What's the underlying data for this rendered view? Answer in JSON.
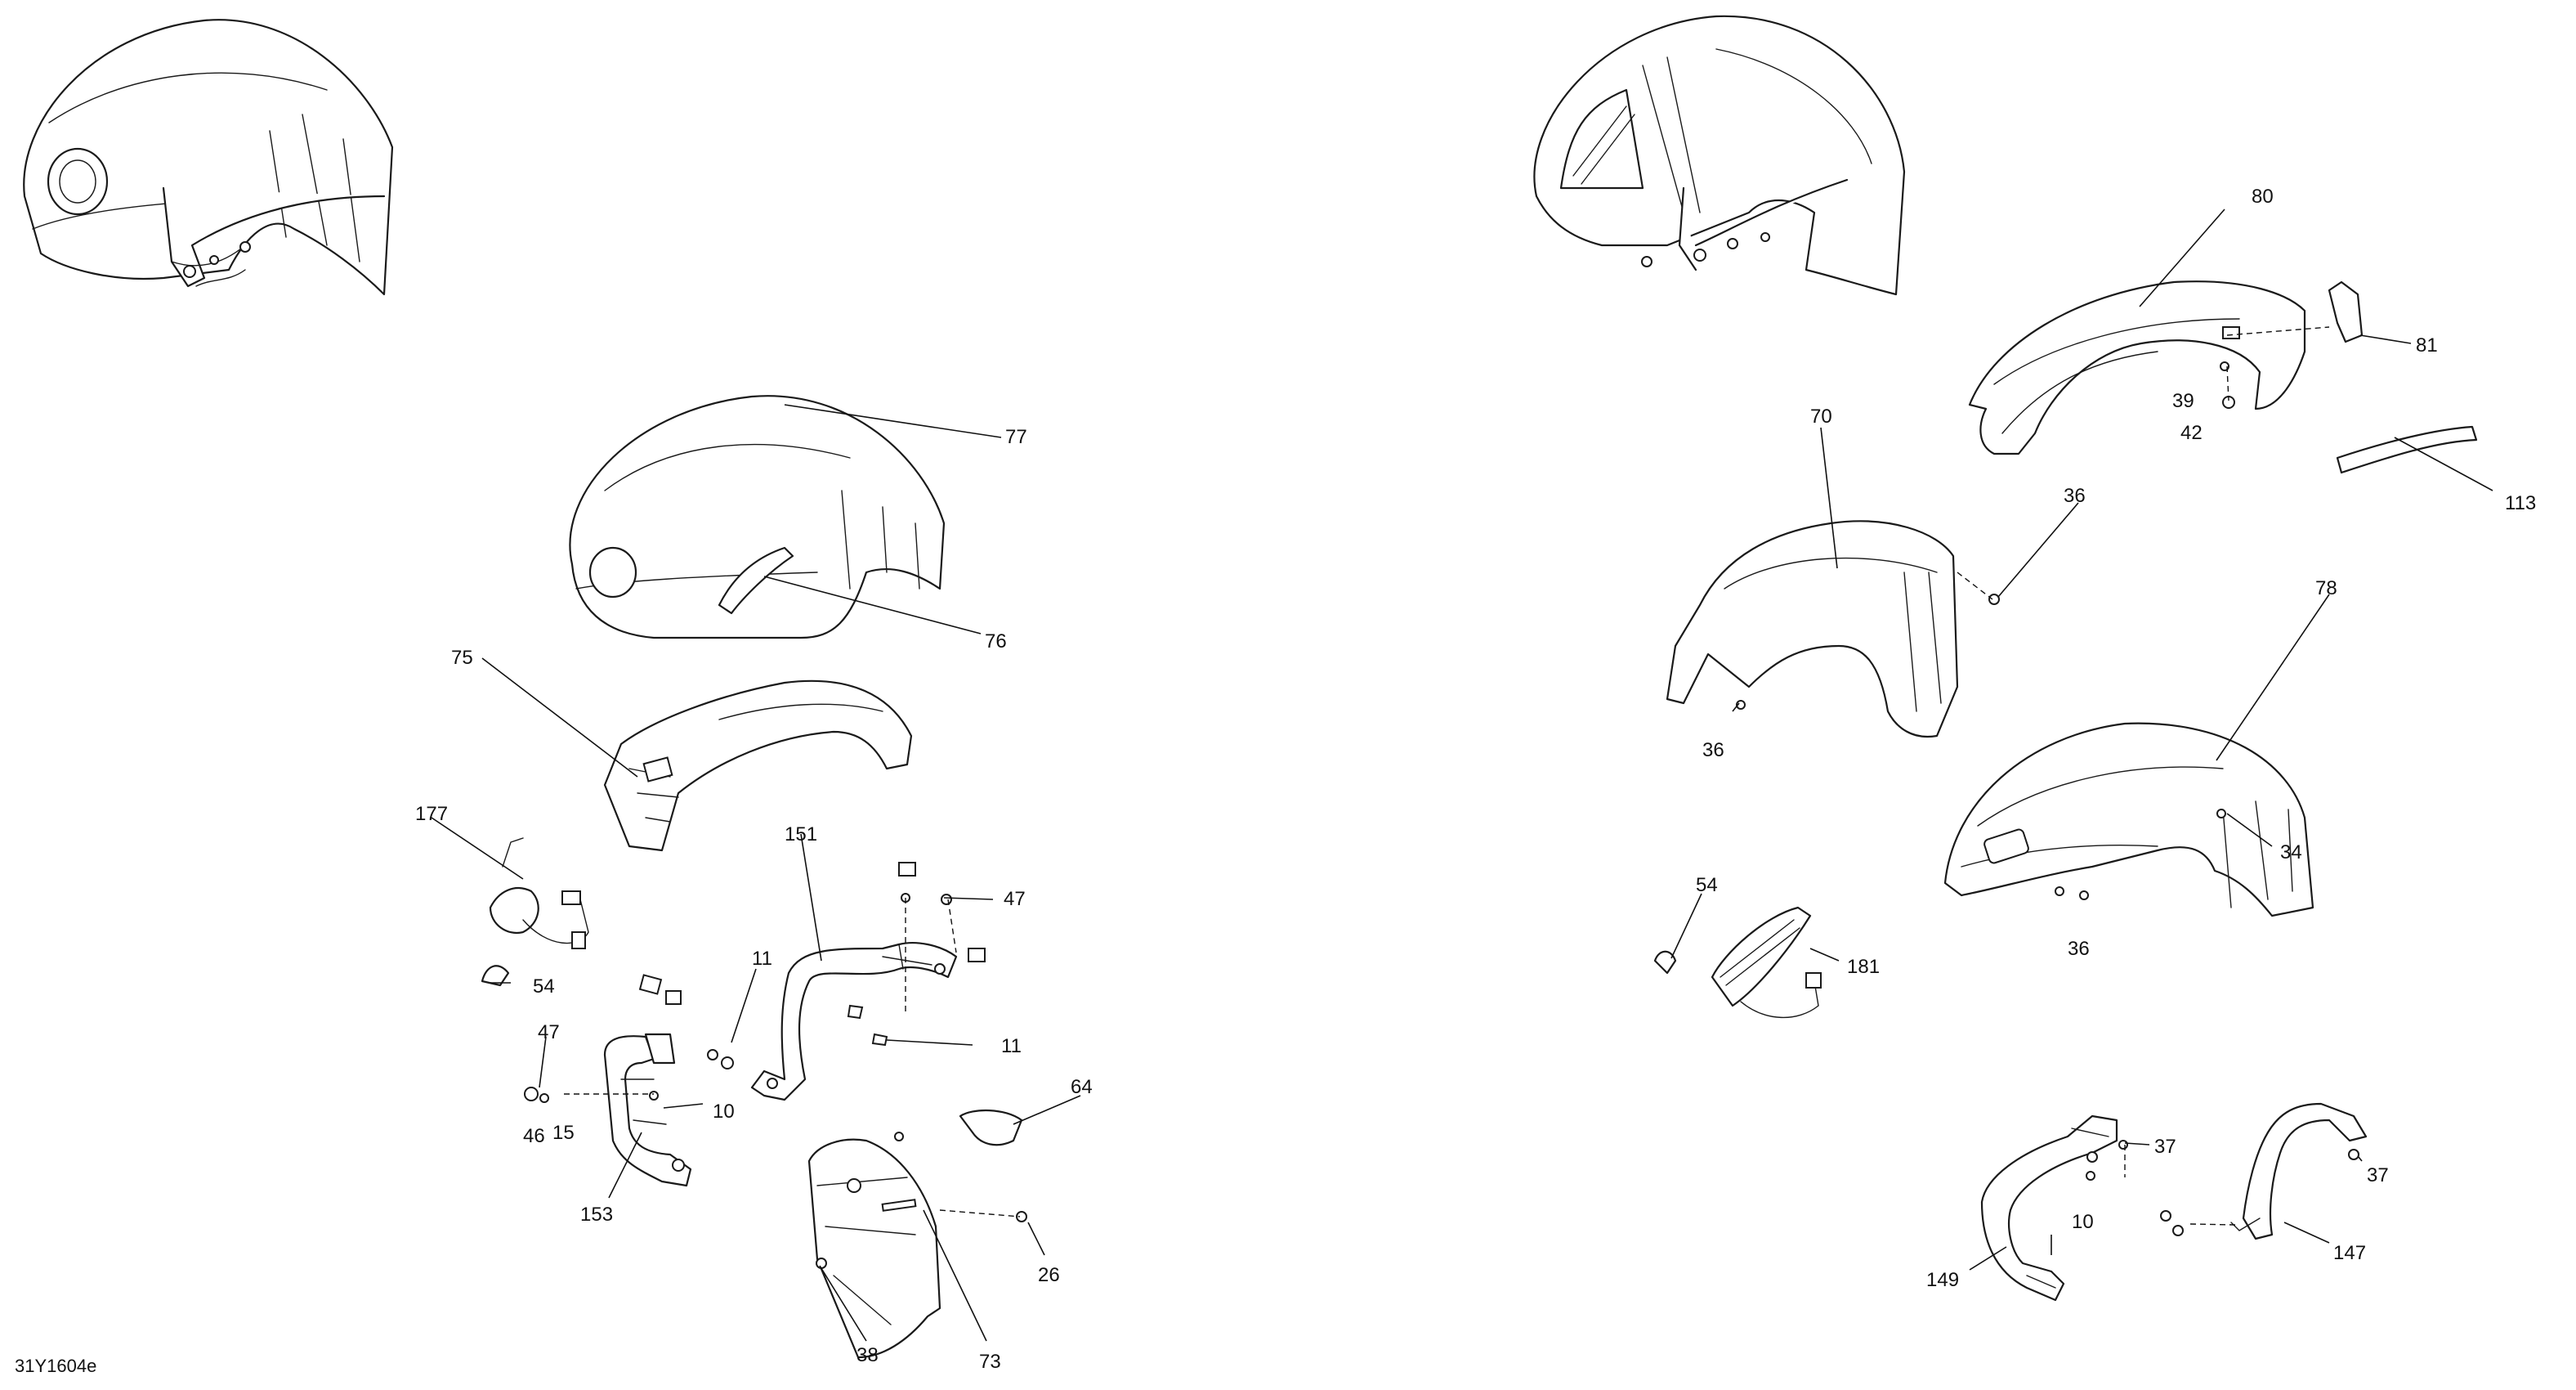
{
  "drawing_code": "31Y1604e",
  "callouts": [
    {
      "id": "c77",
      "label": "77"
    },
    {
      "id": "c76",
      "label": "76"
    },
    {
      "id": "c75",
      "label": "75"
    },
    {
      "id": "c177",
      "label": "177"
    },
    {
      "id": "c54a",
      "label": "54"
    },
    {
      "id": "c151",
      "label": "151"
    },
    {
      "id": "c47a",
      "label": "47"
    },
    {
      "id": "c11a",
      "label": "11"
    },
    {
      "id": "c11b",
      "label": "11"
    },
    {
      "id": "c47b",
      "label": "47"
    },
    {
      "id": "c46",
      "label": "46"
    },
    {
      "id": "c15",
      "label": "15"
    },
    {
      "id": "c10a",
      "label": "10"
    },
    {
      "id": "c153",
      "label": "153"
    },
    {
      "id": "c64",
      "label": "64"
    },
    {
      "id": "c26",
      "label": "26"
    },
    {
      "id": "c38",
      "label": "38"
    },
    {
      "id": "c73",
      "label": "73"
    },
    {
      "id": "c80",
      "label": "80"
    },
    {
      "id": "c81",
      "label": "81"
    },
    {
      "id": "c39",
      "label": "39"
    },
    {
      "id": "c42",
      "label": "42"
    },
    {
      "id": "c113",
      "label": "113"
    },
    {
      "id": "c70",
      "label": "70"
    },
    {
      "id": "c36a",
      "label": "36"
    },
    {
      "id": "c36b",
      "label": "36"
    },
    {
      "id": "c78",
      "label": "78"
    },
    {
      "id": "c34",
      "label": "34"
    },
    {
      "id": "c36c",
      "label": "36"
    },
    {
      "id": "c54b",
      "label": "54"
    },
    {
      "id": "c181",
      "label": "181"
    },
    {
      "id": "c37a",
      "label": "37"
    },
    {
      "id": "c37b",
      "label": "37"
    },
    {
      "id": "c10b",
      "label": "10"
    },
    {
      "id": "c149",
      "label": "149"
    },
    {
      "id": "c147",
      "label": "147"
    }
  ]
}
